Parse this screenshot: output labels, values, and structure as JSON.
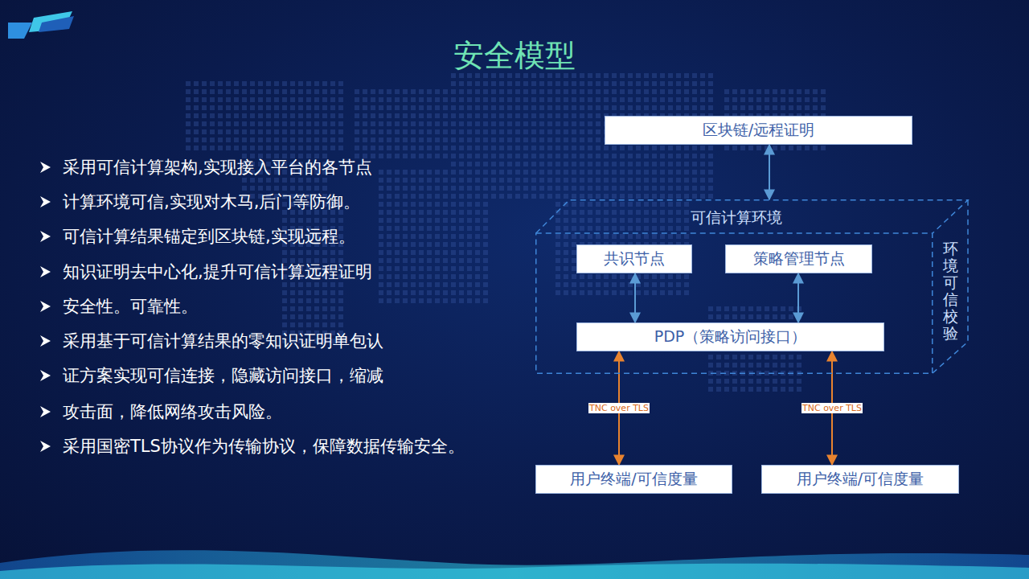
{
  "diagram": {
    "title": "安全模型",
    "nodes": [
      {
        "text": [
          "区块链/远程证明"
        ]
      },
      {
        "text": [
          "可信计算环境",
          "环境可信校验"
        ]
      },
      {
        "text": [
          "共识节点"
        ],
        "in": 1
      },
      {
        "text": [
          "策略管理节点"
        ],
        "in": 1
      },
      {
        "text": [
          "PDP（策略访问接口）"
        ],
        "in": 1
      },
      {
        "text": [
          "用户终端/可信度量"
        ]
      },
      {
        "text": [
          "用户终端/可信度量"
        ]
      }
    ],
    "edges": [
      {
        "from": 0,
        "to": 1,
        "arrow": "both"
      },
      {
        "from": 2,
        "to": 4,
        "arrow": "both"
      },
      {
        "from": 3,
        "to": 4,
        "arrow": "both"
      },
      {
        "from": 5,
        "to": 4,
        "label": "TNC over TLS",
        "arrow": "both"
      },
      {
        "from": 6,
        "to": 4,
        "label": "TNC over TLS",
        "arrow": "both"
      }
    ],
    "labels": [
      "采用可信计算架构,实现接入平台的各节点",
      "计算环境可信,实现对木马,后门等防御。",
      "可信计算结果锚定到区块链,实现远程。",
      "知识证明去中心化,提升可信计算远程证明",
      "安全性。可靠性。",
      "采用基于可信计算结果的零知识证明单包认",
      "证方案实现可信连接，隐藏访问接口，缩减",
      "攻击面，降低网络攻击风险。",
      "采用国密TLS协议作为传输协议，保障数据传输安全。"
    ]
  }
}
